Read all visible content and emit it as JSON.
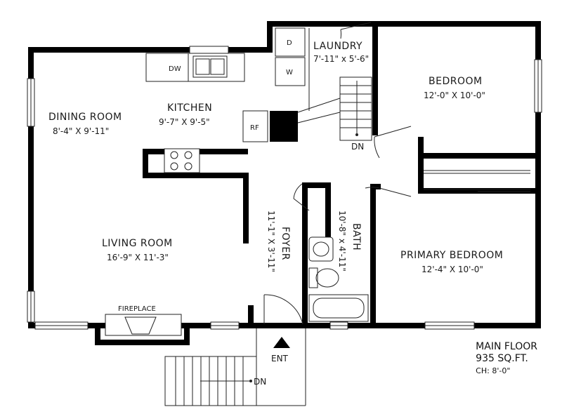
{
  "rooms": {
    "laundry": {
      "name": "LAUNDRY",
      "dims": "7'-11\" x 5'-6\""
    },
    "bedroom": {
      "name": "BEDROOM",
      "dims": "12'-0\" X 10'-0\""
    },
    "dining": {
      "name": "DINING ROOM",
      "dims": "8'-4\" X 9'-11\""
    },
    "kitchen": {
      "name": "KITCHEN",
      "dims": "9'-7\" X 9'-5\""
    },
    "living": {
      "name": "LIVING ROOM",
      "dims": "16'-9\" X 11'-3\""
    },
    "foyer": {
      "name": "FOYER",
      "dims": "11'-1\" X 3'-11\""
    },
    "bath": {
      "name": "BATH",
      "dims": "10'-8\" x 4'-11\""
    },
    "primary": {
      "name": "PRIMARY BEDROOM",
      "dims": "12'-4\" X 10'-0\""
    }
  },
  "fixtures": {
    "dryer": "D",
    "washer": "W",
    "dishwasher": "DW",
    "refrigerator": "RF",
    "fireplace": "FIREPLACE",
    "stairs_down_top": "DN",
    "stairs_down_bottom": "DN",
    "entry": "ENT"
  },
  "floor_info": {
    "level": "MAIN FLOOR",
    "area": "935 SQ.FT.",
    "ceiling": "CH: 8'-0\""
  }
}
